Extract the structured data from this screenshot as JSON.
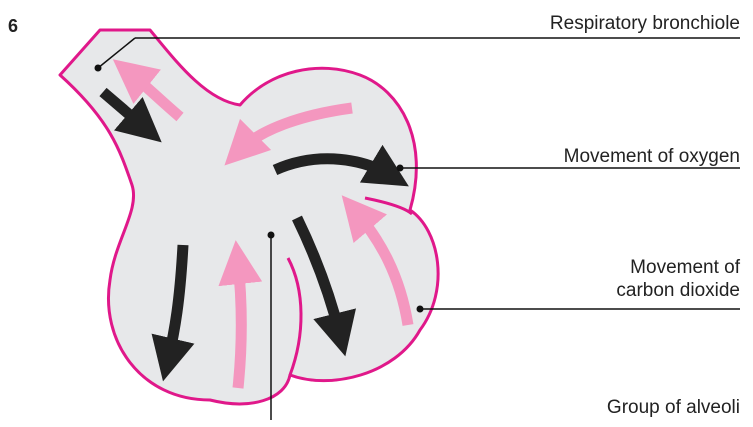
{
  "figure": {
    "number": "6"
  },
  "labels": {
    "respiratory_bronchiole": "Respiratory bronchiole",
    "movement_of_oxygen": "Movement of oxygen",
    "movement_of_co2_line1": "Movement of",
    "movement_of_co2_line2": "carbon dioxide",
    "group_of_alveoli": "Group of alveoli"
  },
  "colors": {
    "outline": "#e0188a",
    "fill": "#e7e8ea",
    "oxygen_arrow": "#222222",
    "co2_arrow": "#f497bf",
    "leader_line": "#111111"
  }
}
